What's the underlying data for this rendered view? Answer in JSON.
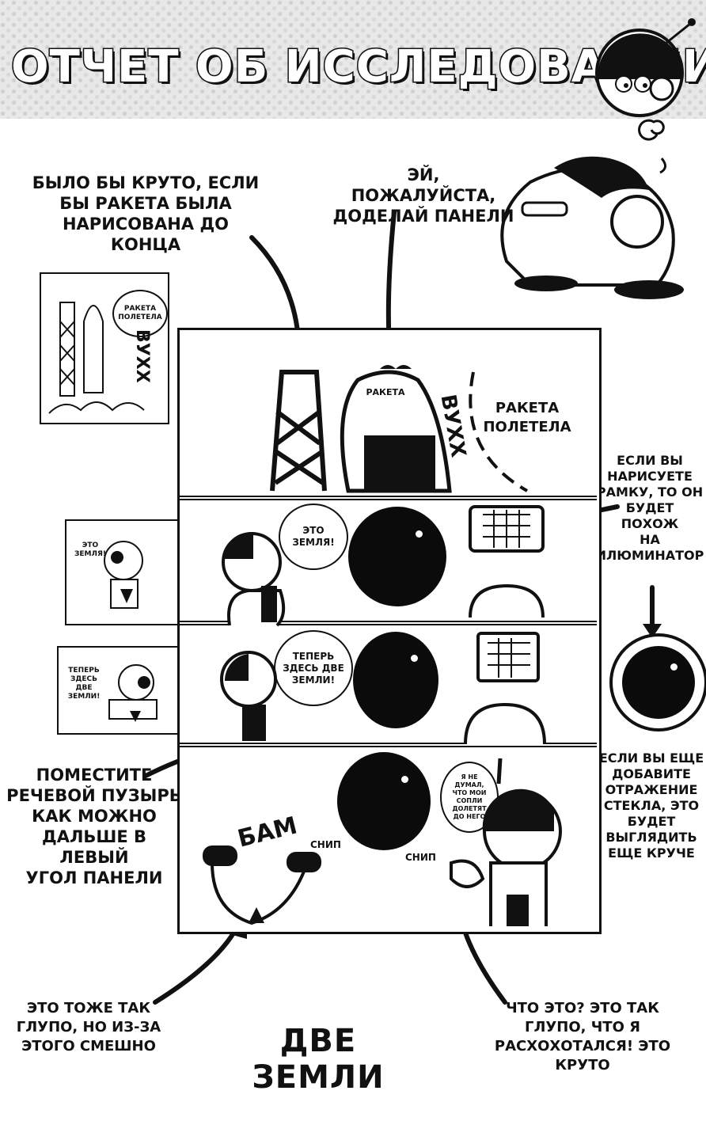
{
  "title": "ОТЧЕТ ОБ ИССЛЕДОВАНИИ",
  "notes": {
    "rocket_complete": "БЫЛО БЫ КРУТО, ЕСЛИ\nБЫ РАКЕТА БЫЛА\nНАРИСОВАНА ДО КОНЦА",
    "finish_panels": "ЭЙ, ПОЖАЛУЙСТА,\nДОДЕЛАЙ ПАНЕЛИ",
    "frame_porthole": "ЕСЛИ ВЫ\nНАРИСУЕТЕ\nРАМКУ, ТО ОН\nБУДЕТ ПОХОЖ\nНА\nИЛЮМИНАТОР",
    "speech_bubble_left": "ПОМЕСТИТЕ\nРЕЧЕВОЙ ПУЗЫРЬ\nКАК МОЖНО\nДАЛЬШЕ В ЛЕВЫЙ\nУГОЛ ПАНЕЛИ",
    "glass_reflection": "ЕСЛИ ВЫ ЕЩЕ\nДОБАВИТЕ\nОТРАЖЕНИЕ\nСТЕКЛА, ЭТО\nБУДЕТ\nВЫГЛЯДИТЬ\nЕЩЕ КРУЧЕ",
    "silly_funny": "ЭТО ТОЖЕ ТАК\nГЛУПО, НО ИЗ-ЗА\nЭТОГО СМЕШНО",
    "laughed": "ЧТО ЭТО? ЭТО ТАК\nГЛУПО, ЧТО Я\nРАСХОХОТАЛСЯ! ЭТО\nКРУТО"
  },
  "thumbnail_rocket": {
    "speech": "РАКЕТА\nПОЛЕТЕЛА",
    "sfx": "ВУХХ"
  },
  "panel1": {
    "rocket_label": "РАКЕТА",
    "sfx": "ВУХХ",
    "caption": "РАКЕТА\nПОЛЕТЕЛА"
  },
  "panel2": {
    "speech": "ЭТО\nЗЕМЛЯ!",
    "thumb_speech": "ЭТО\nЗЕМЛЯ!"
  },
  "panel3": {
    "speech": "ТЕПЕРЬ\nЗДЕСЬ ДВЕ\nЗЕМЛИ!",
    "thumb_speech": "ТЕПЕРЬ\nЗДЕСЬ ДВЕ\nЗЕМЛИ!"
  },
  "panel4": {
    "sfx_bam": "БАМ",
    "sfx_snip_left": "СНИП",
    "sfx_snip_right": "СНИП",
    "speech": "Я НЕ\nДУМАЛ,\nЧТО МОИ\nСОПЛИ\nДОЛЕТЯТ\nДО НЕГО"
  },
  "bottom_title": "ДВЕ ЗЕМЛИ"
}
